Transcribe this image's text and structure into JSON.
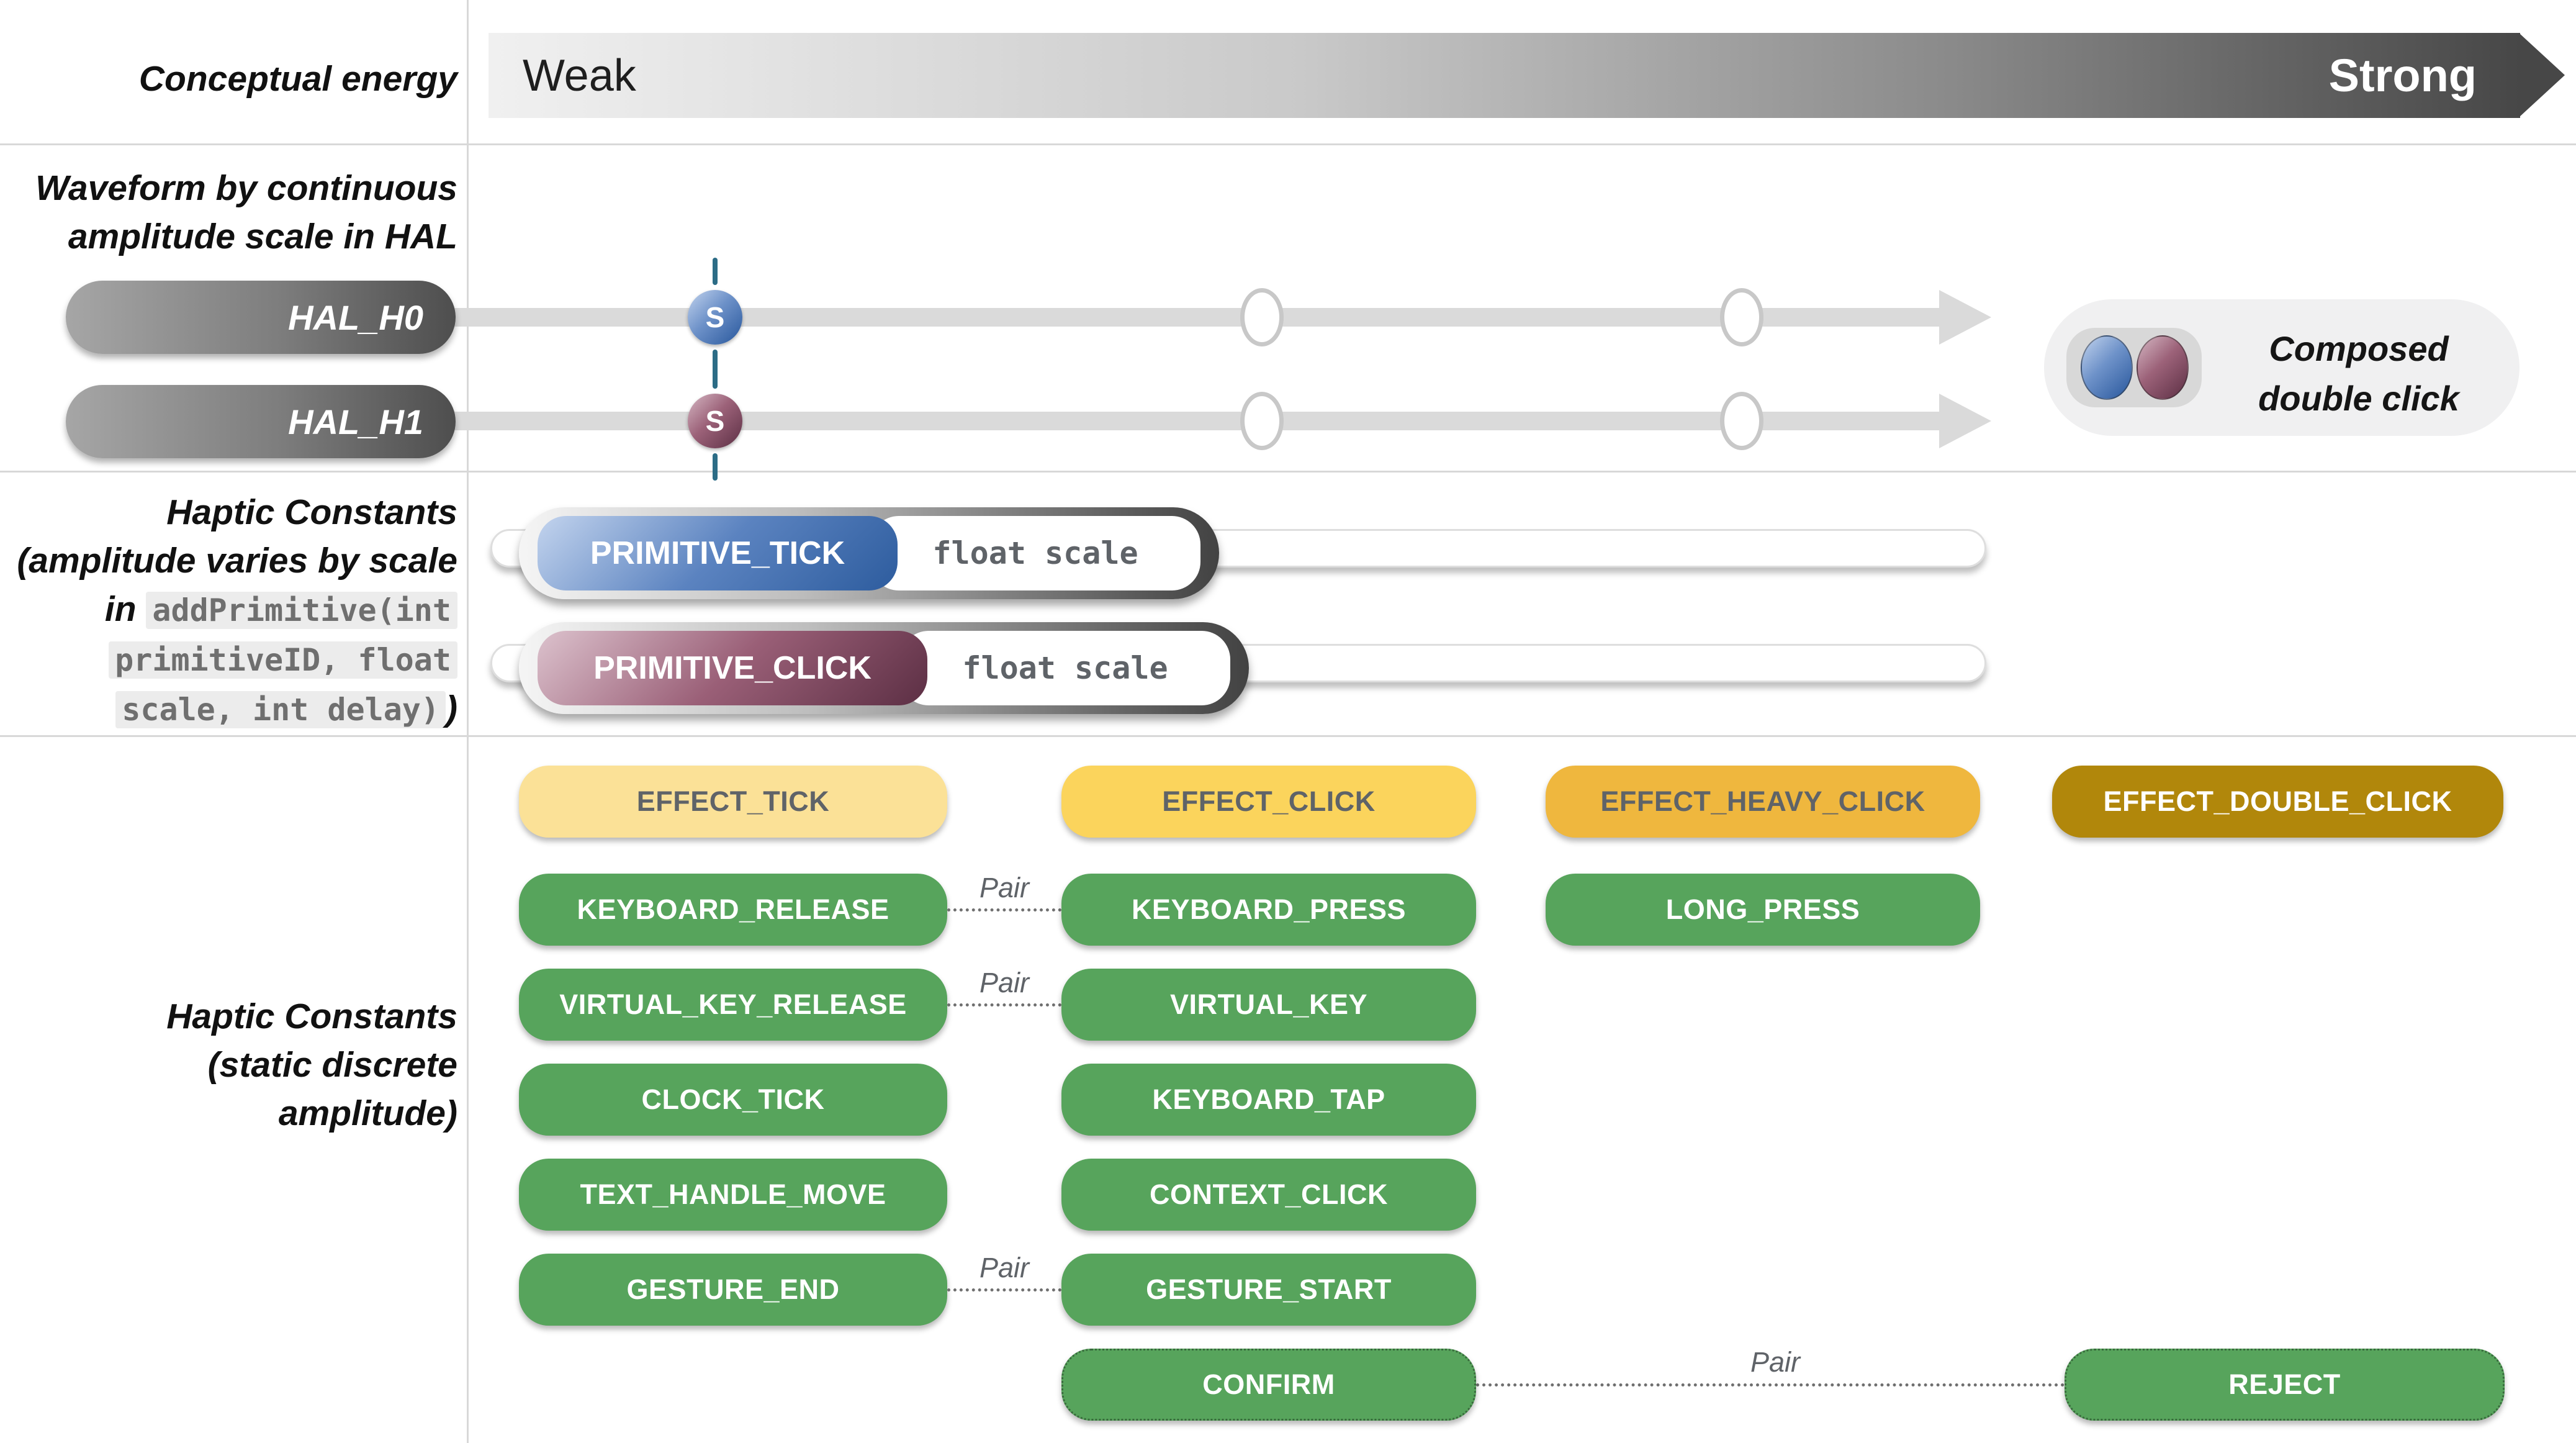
{
  "colors": {
    "green": "#57a45c",
    "yellow_light": "#fbe197",
    "yellow": "#fbd45c",
    "yellow_deep": "#efb73e",
    "gold": "#b1870b",
    "blue_marker_dark": "#2d5c9e",
    "mauve_marker_dark": "#5c2f44",
    "divider_gray": "#d8d8d8",
    "track_gray": "#dadada"
  },
  "left_labels": {
    "conceptual": "Conceptual energy",
    "waveform_line1": "Waveform by continuous",
    "waveform_line2": "amplitude scale in HAL",
    "primitive_line1": "Haptic Constants",
    "primitive_line2": "(amplitude varies by scale",
    "primitive_line3_prefix": "in ",
    "primitive_code1": "addPrimitive(int",
    "primitive_code2": "primitiveID, float",
    "primitive_code3": "scale, int delay)",
    "primitive_close_paren": ")",
    "static_line1": "Haptic Constants",
    "static_line2": "(static discrete",
    "static_line3": "amplitude)"
  },
  "energy_bar": {
    "weak": "Weak",
    "strong": "Strong"
  },
  "hal": {
    "h0": "HAL_H0",
    "h1": "HAL_H1",
    "scale_marker": "S",
    "composed_line1": "Composed",
    "composed_line2": "double click"
  },
  "primitives": {
    "tick": {
      "name": "PRIMITIVE_TICK",
      "param": "float scale"
    },
    "click": {
      "name": "PRIMITIVE_CLICK",
      "param": "float scale"
    }
  },
  "pair_label": "Pair",
  "constants": {
    "effect_tick": "EFFECT_TICK",
    "effect_click": "EFFECT_CLICK",
    "effect_heavy_click": "EFFECT_HEAVY_CLICK",
    "effect_double_click": "EFFECT_DOUBLE_CLICK",
    "keyboard_release": "KEYBOARD_RELEASE",
    "keyboard_press": "KEYBOARD_PRESS",
    "long_press": "LONG_PRESS",
    "virtual_key_release": "VIRTUAL_KEY_RELEASE",
    "virtual_key": "VIRTUAL_KEY",
    "clock_tick": "CLOCK_TICK",
    "keyboard_tap": "KEYBOARD_TAP",
    "text_handle_move": "TEXT_HANDLE_MOVE",
    "context_click": "CONTEXT_CLICK",
    "gesture_end": "GESTURE_END",
    "gesture_start": "GESTURE_START",
    "confirm": "CONFIRM",
    "reject": "REJECT"
  }
}
